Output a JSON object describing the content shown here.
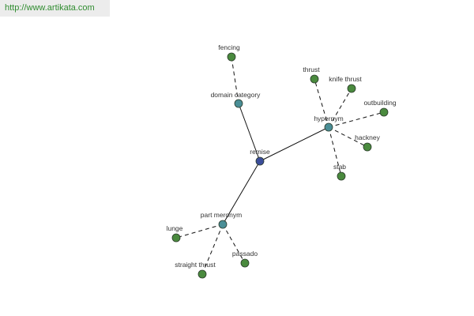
{
  "header": {
    "url": "http://www.artikata.com",
    "link_color": "#2f8c2f"
  },
  "graph": {
    "colors": {
      "center": "#3b4d9a",
      "relation": "#4a8e96",
      "leaf": "#4a8a3e",
      "edge": "#111111"
    },
    "center": {
      "id": "remise",
      "label": "remise"
    },
    "relations": [
      {
        "id": "domain-category",
        "label": "domain category",
        "children": [
          "fencing"
        ]
      },
      {
        "id": "hypernym",
        "label": "hypernym",
        "children": [
          "thrust",
          "knife thrust",
          "outbuilding",
          "hackney",
          "stab"
        ]
      },
      {
        "id": "part-meronym",
        "label": "part meronym",
        "children": [
          "lunge",
          "straight thrust",
          "passado"
        ]
      }
    ]
  }
}
